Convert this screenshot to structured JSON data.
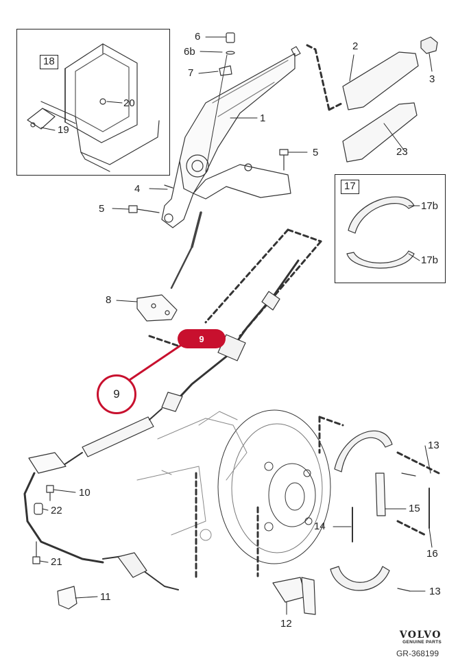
{
  "highlight": {
    "pill_label": "9",
    "circle_label": "9",
    "color": "#c8102e"
  },
  "insets": [
    {
      "id": "18",
      "label": "18"
    },
    {
      "id": "17",
      "label": "17"
    }
  ],
  "callouts": {
    "c1": "1",
    "c2": "2",
    "c3": "3",
    "c4": "4",
    "c5a": "5",
    "c5b": "5",
    "c6": "6",
    "c6b": "6b",
    "c7": "7",
    "c8": "8",
    "c10": "10",
    "c11": "11",
    "c12": "12",
    "c13a": "13",
    "c13b": "13",
    "c14": "14",
    "c15": "15",
    "c16": "16",
    "c17ba": "17b",
    "c17bb": "17b",
    "c19": "19",
    "c20": "20",
    "c21": "21",
    "c22": "22",
    "c23": "23"
  },
  "brand": {
    "logo": "VOLVO",
    "tagline": "GENUINE PARTS"
  },
  "reference": "GR-368199"
}
